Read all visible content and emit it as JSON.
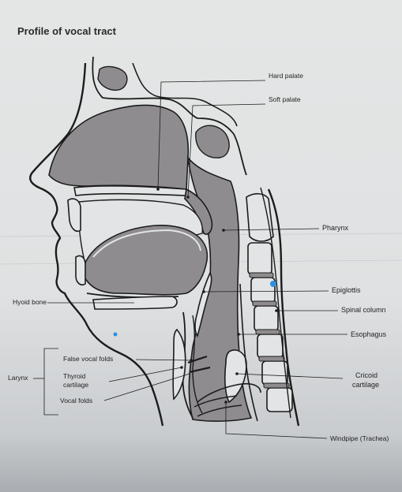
{
  "title": "Profile of vocal tract",
  "labels": {
    "hard_palate": "Hard palate",
    "soft_palate": "Soft palate",
    "pharynx": "Pharynx",
    "epiglottis": "Epiglottis",
    "spinal_column": "Spinal column",
    "esophagus": "Esophagus",
    "hyoid_bone": "Hyoid bone",
    "larynx": "Larynx",
    "false_vocal_folds": "False vocal folds",
    "thyroid_cartilage_1": "Thyroid",
    "thyroid_cartilage_2": "cartilage",
    "vocal_folds": "Vocal folds",
    "cricoid_cartilage_1": "Cricoid",
    "cricoid_cartilage_2": "cartilage",
    "windpipe": "Windpipe (Trachea)"
  },
  "colors": {
    "page": "#e2e4e5",
    "tissue": "#8f8c8f",
    "outline": "#1c1c1c"
  }
}
